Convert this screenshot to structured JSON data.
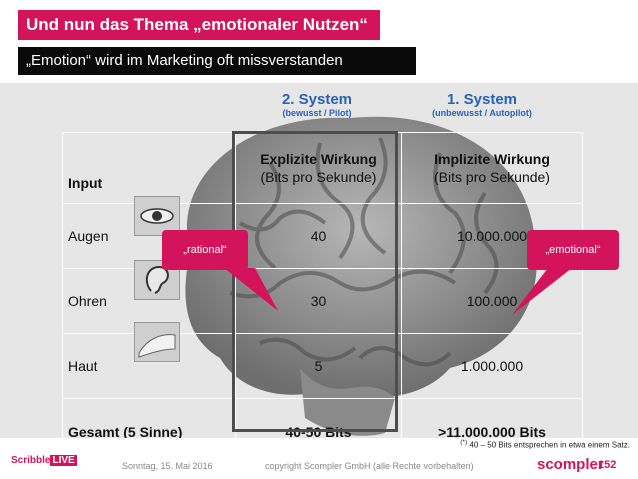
{
  "slide": {
    "title": "Und nun das Thema „emotionaler Nutzen“",
    "subtitle": "„Emotion“ wird im Marketing oft missverstanden"
  },
  "systems": {
    "system2": {
      "title": "2. System",
      "subtitle": "(bewusst / Pilot)"
    },
    "system1": {
      "title": "1. System",
      "subtitle": "(unbewusst / Autopilot)"
    }
  },
  "table": {
    "header": {
      "input": "Input",
      "explicit_title": "Explizite Wirkung",
      "explicit_unit": "(Bits pro Sekunde)",
      "implicit_title": "Implizite Wirkung",
      "implicit_unit": "(Bits pro Sekunde)"
    },
    "rows": [
      {
        "label": "Augen",
        "explicit": "40",
        "implicit": "10.000.000"
      },
      {
        "label": "Ohren",
        "explicit": "30",
        "implicit": "100.000"
      },
      {
        "label": "Haut",
        "explicit": "5",
        "implicit": "1.000.000"
      }
    ],
    "total": {
      "label": "Gesamt (5 Sinne)",
      "explicit": "40-50 Bits",
      "implicit": ">11.000.000 Bits"
    }
  },
  "bubbles": {
    "rational": "„rational“",
    "emotional": "„emotional“"
  },
  "footnote": {
    "mark": "(*)",
    "text": "40 – 50 Bits entsprechen in etwa einem Satz."
  },
  "footer": {
    "date": "Sonntag, 15. Mai 2016",
    "copyright": "copyright Scompler GmbH (alle Rechte vorbehalten)",
    "page": "152",
    "logo_left_a": "Scribble",
    "logo_left_b": "LIVE",
    "logo_right": "scompler"
  },
  "colors": {
    "accent": "#d4145a",
    "system_blue": "#2a62b8"
  }
}
